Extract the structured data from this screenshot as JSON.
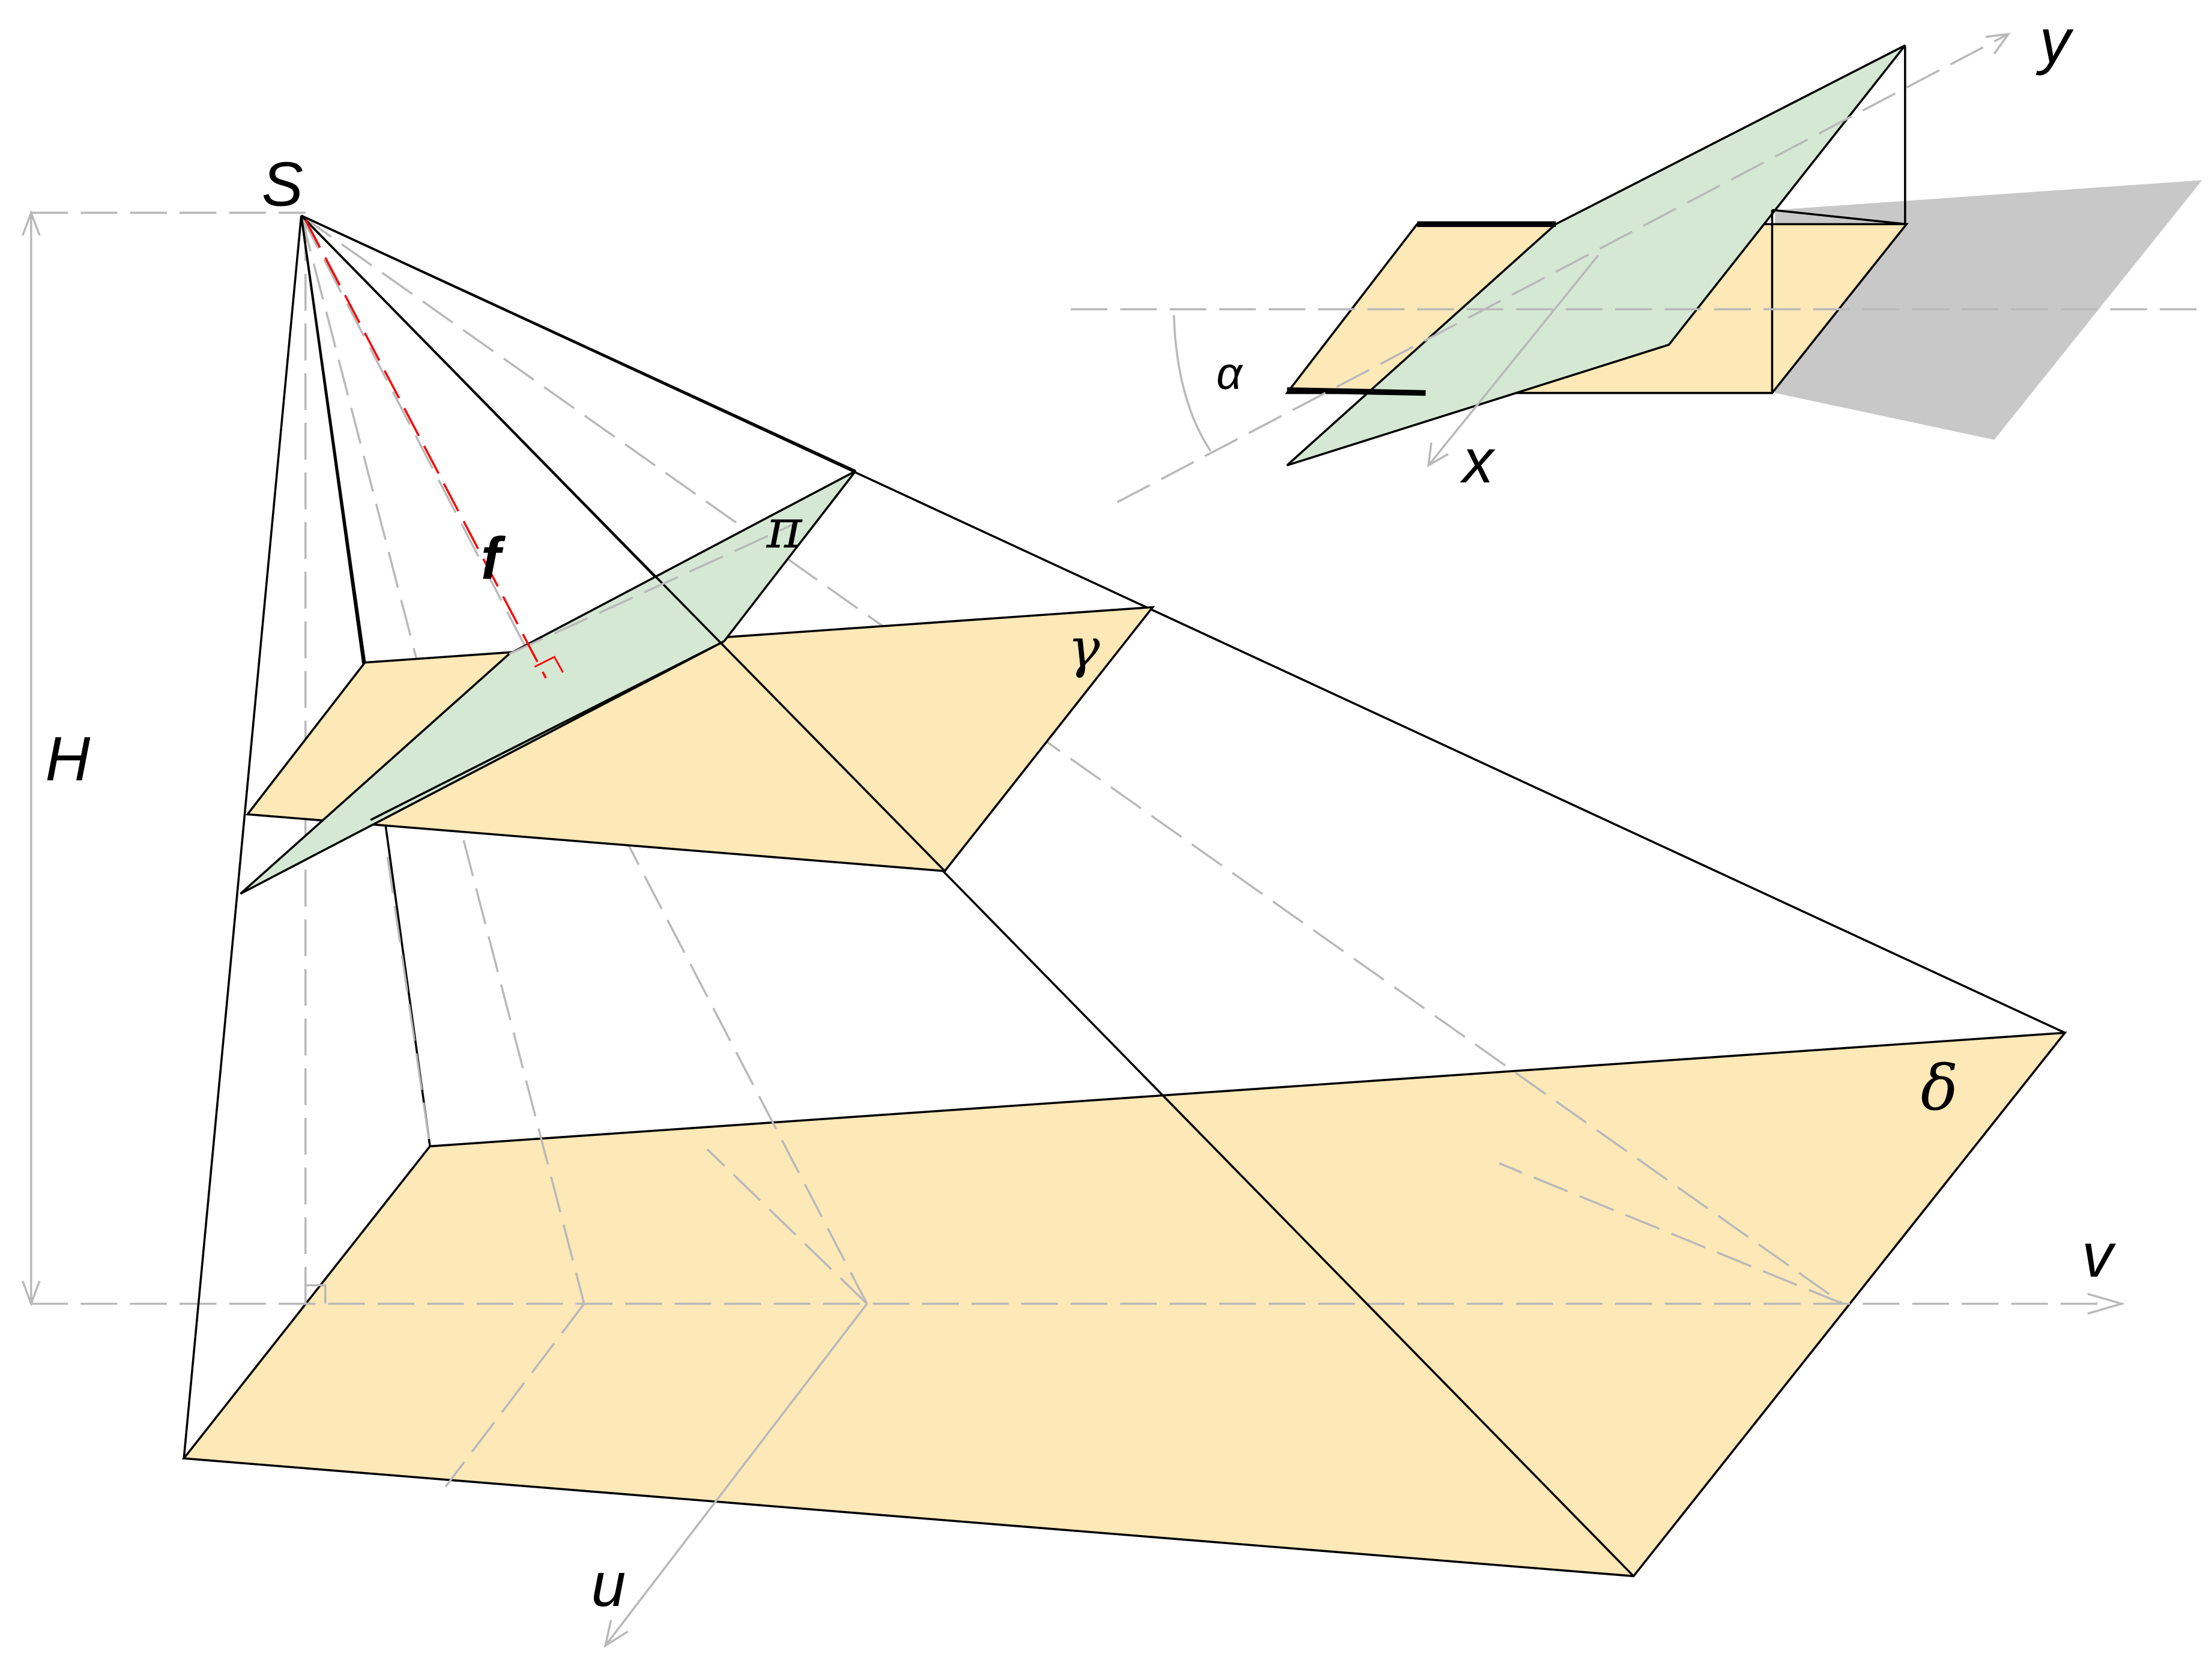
{
  "labels": {
    "S": "S",
    "f": "f",
    "H": "H",
    "u": "u",
    "v": "v",
    "x": "x",
    "y": "y",
    "alpha": "α",
    "pi": "π",
    "gamma": "γ",
    "delta": "δ"
  },
  "colors": {
    "plane_yellow": "#fde8b8",
    "plane_green": "#d5e8d4",
    "plane_gray": "#c8c8c8",
    "edge": "#000000",
    "hidden_line": "#b9b9b9",
    "focal_line": "#ff0000"
  }
}
